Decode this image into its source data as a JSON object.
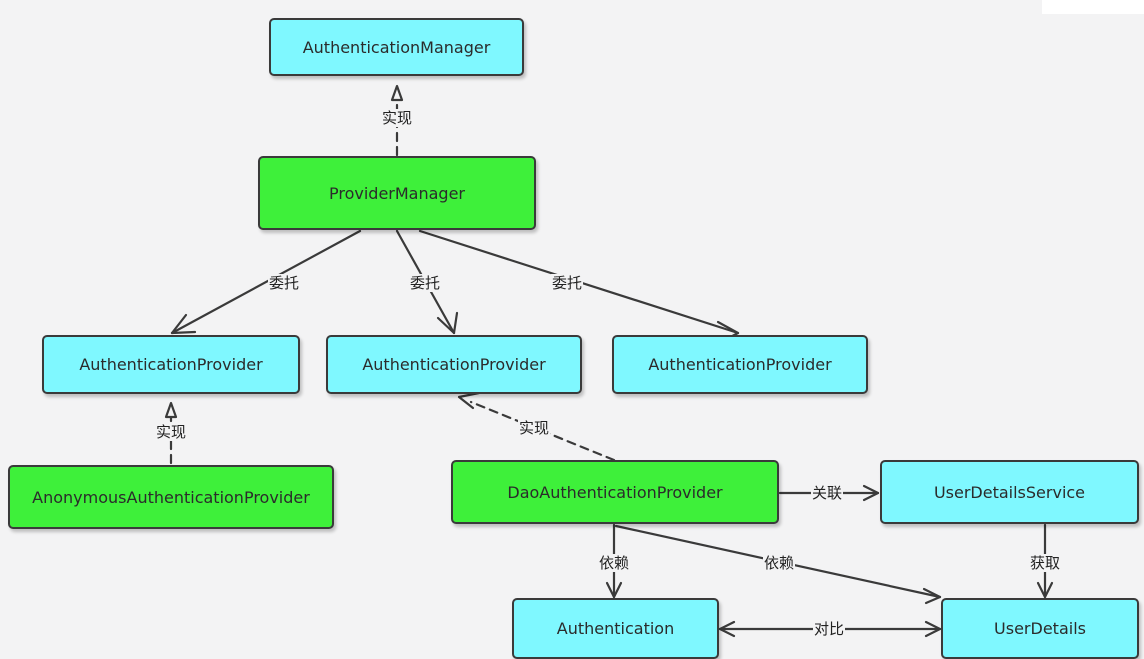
{
  "colors": {
    "interface": "#7ff8ff",
    "implementation": "#3ef03a",
    "line": "#3a3a3a"
  },
  "nodes": {
    "authentication_manager": "AuthenticationManager",
    "provider_manager": "ProviderManager",
    "auth_provider_1": "AuthenticationProvider",
    "auth_provider_2": "AuthenticationProvider",
    "auth_provider_3": "AuthenticationProvider",
    "anonymous_provider": "AnonymousAuthenticationProvider",
    "dao_provider": "DaoAuthenticationProvider",
    "user_details_service": "UserDetailsService",
    "authentication": "Authentication",
    "user_details": "UserDetails"
  },
  "edge_labels": {
    "implements_manager": "实现",
    "delegate_1": "委托",
    "delegate_2": "委托",
    "delegate_3": "委托",
    "implements_anonymous": "实现",
    "implements_dao": "实现",
    "associates": "关联",
    "depends_authentication": "依赖",
    "depends_user_details": "依赖",
    "obtains": "获取",
    "compare": "对比"
  }
}
